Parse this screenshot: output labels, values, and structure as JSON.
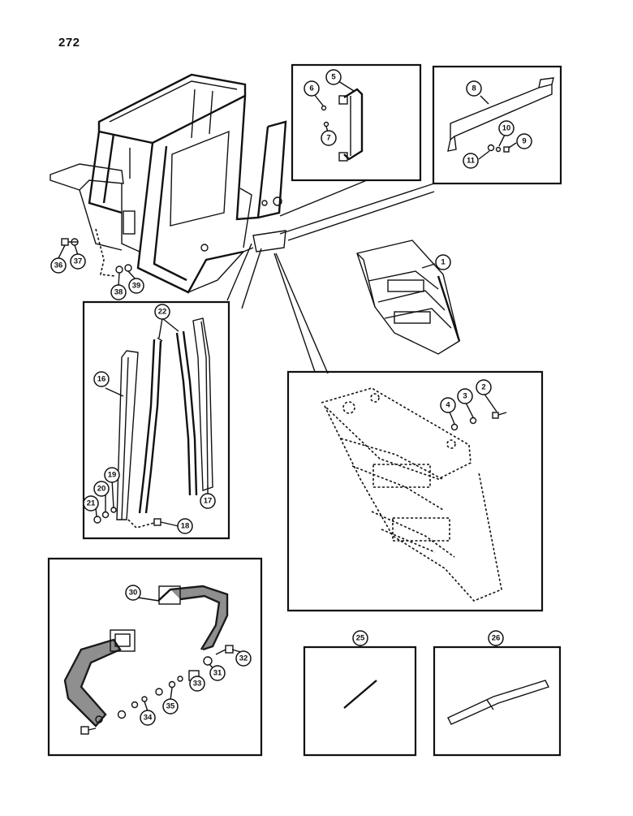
{
  "page_number": "272",
  "callouts": [
    {
      "id": "c1",
      "label": "1"
    },
    {
      "id": "c2",
      "label": "2"
    },
    {
      "id": "c3",
      "label": "3"
    },
    {
      "id": "c4",
      "label": "4"
    },
    {
      "id": "c5",
      "label": "5"
    },
    {
      "id": "c6",
      "label": "6"
    },
    {
      "id": "c7",
      "label": "7"
    },
    {
      "id": "c8",
      "label": "8"
    },
    {
      "id": "c9",
      "label": "9"
    },
    {
      "id": "c10",
      "label": "10"
    },
    {
      "id": "c11",
      "label": "11"
    },
    {
      "id": "c16",
      "label": "16"
    },
    {
      "id": "c17",
      "label": "17"
    },
    {
      "id": "c18",
      "label": "18"
    },
    {
      "id": "c19",
      "label": "19"
    },
    {
      "id": "c20",
      "label": "20"
    },
    {
      "id": "c21",
      "label": "21"
    },
    {
      "id": "c22",
      "label": "22"
    },
    {
      "id": "c25",
      "label": "25"
    },
    {
      "id": "c26",
      "label": "26"
    },
    {
      "id": "c30",
      "label": "30"
    },
    {
      "id": "c31",
      "label": "31"
    },
    {
      "id": "c32",
      "label": "32"
    },
    {
      "id": "c33",
      "label": "33"
    },
    {
      "id": "c34",
      "label": "34"
    },
    {
      "id": "c35",
      "label": "35"
    },
    {
      "id": "c36",
      "label": "36"
    },
    {
      "id": "c37",
      "label": "37"
    },
    {
      "id": "c38",
      "label": "38"
    },
    {
      "id": "c39",
      "label": "39"
    }
  ]
}
